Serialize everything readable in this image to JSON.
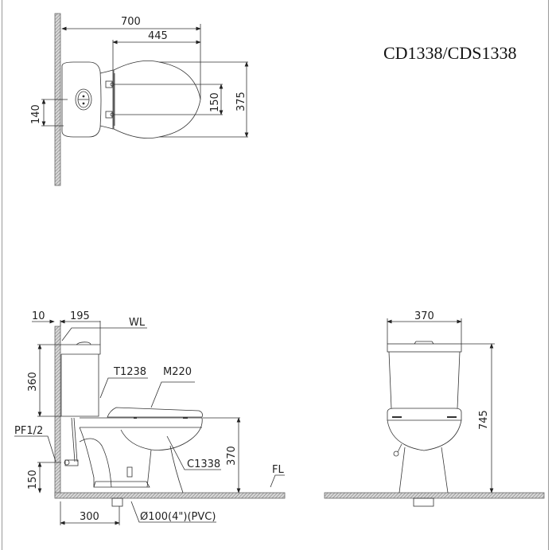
{
  "title": "CD1338/CDS1338",
  "top_view": {
    "dims": {
      "overall_length": "700",
      "bowl_length": "445",
      "hinge_spacing": "150",
      "overall_width": "375",
      "inlet_offset": "140"
    }
  },
  "side_view": {
    "dims": {
      "wall_gap": "10",
      "tank_depth": "195",
      "tank_height": "360",
      "seat_height": "370",
      "inlet_height": "150",
      "rough_in": "300"
    },
    "labels": {
      "wall_line": "WL",
      "tank_model": "T1238",
      "seat_model": "M220",
      "bowl_model": "C1338",
      "water_inlet": "PF1/2",
      "floor_line": "FL",
      "drain": "Ø100(4\")(PVC)"
    }
  },
  "front_view": {
    "dims": {
      "width": "370",
      "total_height": "745"
    }
  },
  "colors": {
    "line": "#333333",
    "hatch": "#8a8a8a",
    "frame": "#9a9a9a"
  }
}
